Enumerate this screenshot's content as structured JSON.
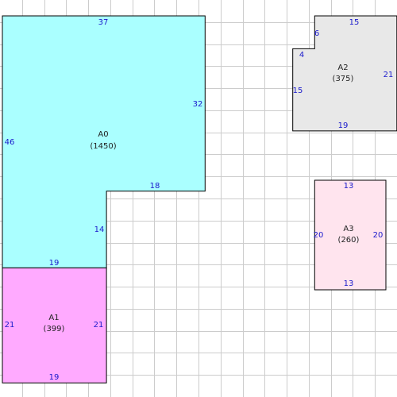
{
  "colors": {
    "grid": "#cccccc",
    "outline": "#000000",
    "dimension_text": "#1a1acc",
    "label_text": "#222222"
  },
  "grid": {
    "cols": 18,
    "rows": 18,
    "unit": 1
  },
  "regions": [
    {
      "id": "A0",
      "name": "A0",
      "area_text": "(1450)",
      "fill": "#aaffff",
      "outline_units": [
        [
          0,
          0
        ],
        [
          37,
          0
        ],
        [
          37,
          32
        ],
        [
          19,
          32
        ],
        [
          19,
          46
        ],
        [
          0,
          46
        ]
      ],
      "dimensions": [
        {
          "text": "37",
          "side": "top"
        },
        {
          "text": "32",
          "side": "right-upper"
        },
        {
          "text": "18",
          "side": "inner-step"
        },
        {
          "text": "14",
          "side": "right-lower"
        },
        {
          "text": "19",
          "side": "bottom"
        },
        {
          "text": "46",
          "side": "left"
        }
      ]
    },
    {
      "id": "A1",
      "name": "A1",
      "area_text": "(399)",
      "fill": "#ffaaff",
      "outline_units": [
        [
          0,
          46
        ],
        [
          19,
          46
        ],
        [
          19,
          67
        ],
        [
          0,
          67
        ]
      ],
      "dimensions": [
        {
          "text": "21",
          "side": "left"
        },
        {
          "text": "21",
          "side": "right"
        },
        {
          "text": "19",
          "side": "bottom"
        }
      ]
    },
    {
      "id": "A2",
      "name": "A2",
      "area_text": "(375)",
      "fill": "#e8e8e8",
      "outline_units": [
        [
          57,
          0
        ],
        [
          72,
          0
        ],
        [
          72,
          21
        ],
        [
          53,
          21
        ],
        [
          53,
          6
        ],
        [
          57,
          6
        ]
      ],
      "dimensions": [
        {
          "text": "15",
          "side": "top"
        },
        {
          "text": "6",
          "side": "notch-vertical"
        },
        {
          "text": "4",
          "side": "notch-horizontal"
        },
        {
          "text": "15",
          "side": "left"
        },
        {
          "text": "21",
          "side": "right"
        },
        {
          "text": "19",
          "side": "bottom"
        }
      ]
    },
    {
      "id": "A3",
      "name": "A3",
      "area_text": "(260)",
      "fill": "#ffe4ee",
      "outline_units": [
        [
          57,
          30
        ],
        [
          70,
          30
        ],
        [
          70,
          50
        ],
        [
          57,
          50
        ]
      ],
      "dimensions": [
        {
          "text": "13",
          "side": "top"
        },
        {
          "text": "20",
          "side": "left"
        },
        {
          "text": "20",
          "side": "right"
        },
        {
          "text": "13",
          "side": "bottom"
        }
      ]
    }
  ]
}
